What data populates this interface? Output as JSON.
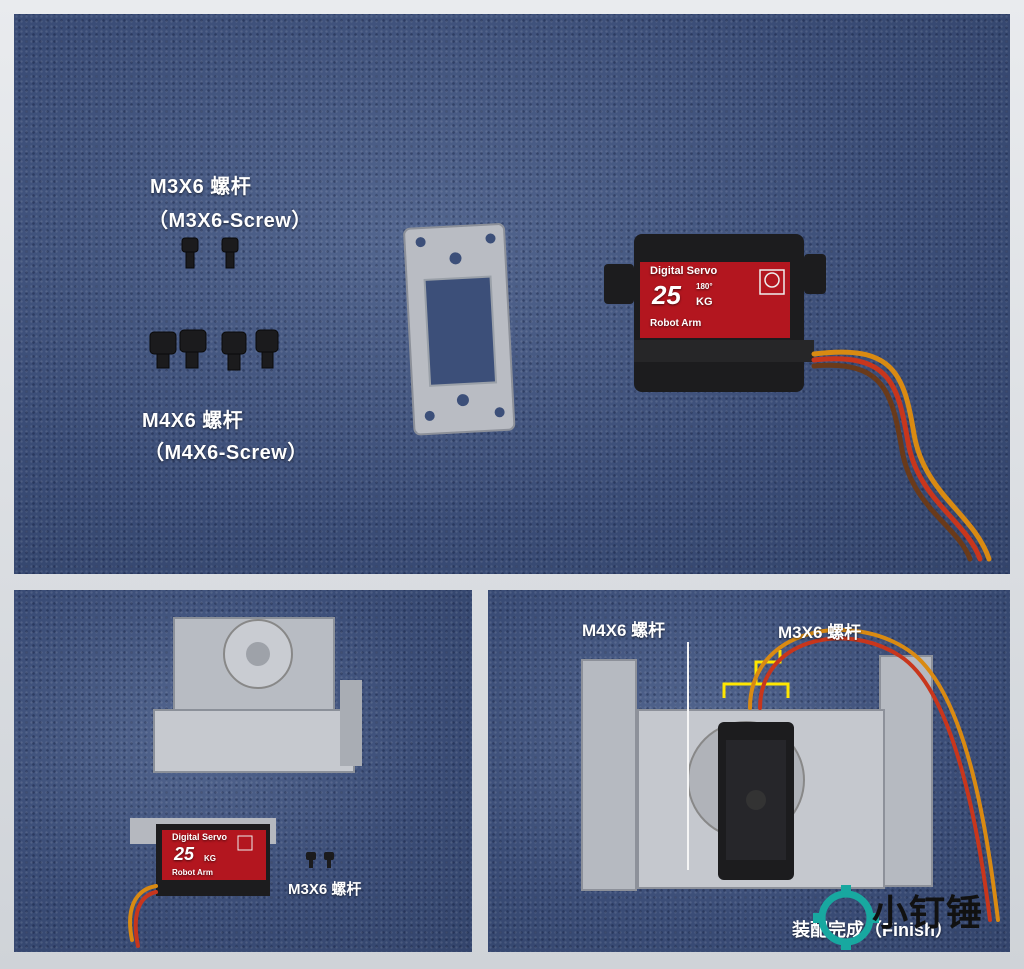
{
  "top_panel": {
    "m3_label": "M3X6 螺杆",
    "m3_label_en": "（M3X6-Screw）",
    "m4_label": "M4X6 螺杆",
    "m4_label_en": "（M4X6-Screw）",
    "servo": {
      "title": "Digital Servo",
      "number": "25",
      "unit": "KG",
      "angle": "180°",
      "brand": "Robot Arm"
    }
  },
  "bottom_left": {
    "m3_label": "M3X6 螺杆",
    "servo": {
      "title": "Digital Servo",
      "number": "25",
      "unit": "KG",
      "brand": "Robot Arm"
    }
  },
  "bottom_right": {
    "m4_label": "M4X6 螺杆",
    "m3_label": "M3X6 螺杆",
    "finish_label": "装配完成（Finish）"
  },
  "watermark": {
    "text": "小钉锤"
  },
  "colors": {
    "carpet": "#3c4f79",
    "servo_red": "#b3161f",
    "highlight": "#ffe600"
  }
}
